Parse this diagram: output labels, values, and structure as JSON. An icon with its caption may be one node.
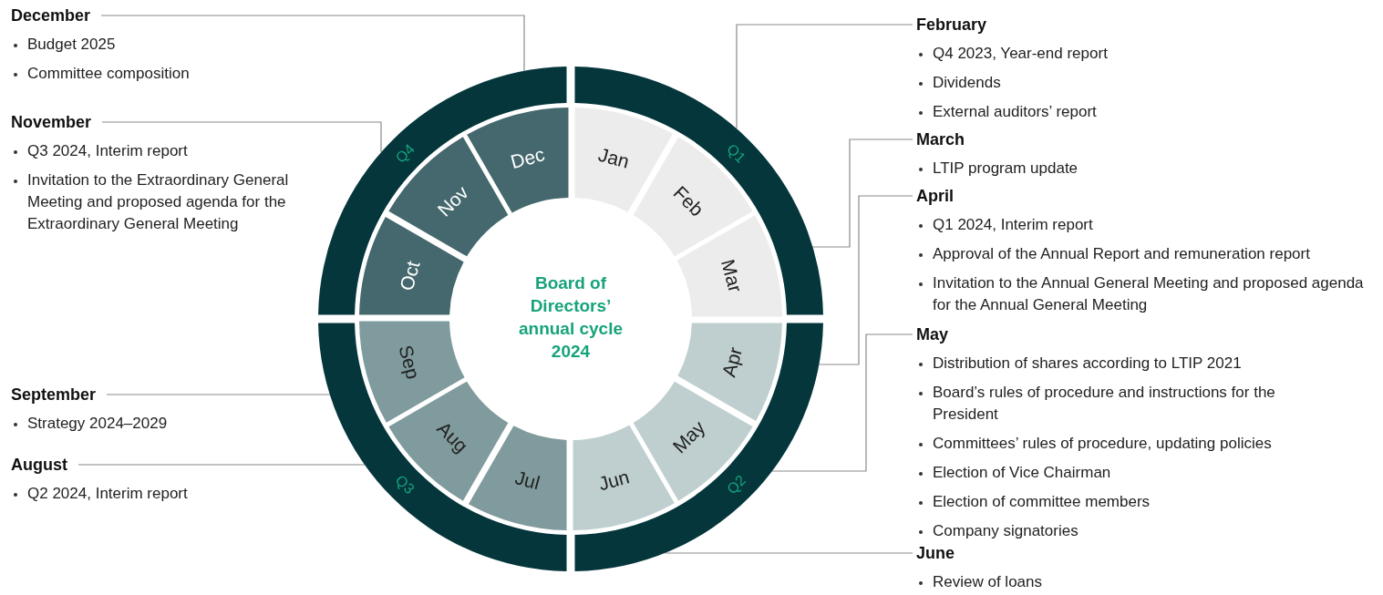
{
  "diagram": {
    "nodes": [
      {
        "text": [
          "Board of Directors’ annual cycle 2024"
        ]
      },
      {
        "text": [
          "Q1"
        ]
      },
      {
        "text": [
          "Q2"
        ]
      },
      {
        "text": [
          "Q3"
        ]
      },
      {
        "text": [
          "Q4"
        ]
      },
      {
        "text": [
          "Jan"
        ]
      },
      {
        "text": [
          "Feb"
        ]
      },
      {
        "text": [
          "Mar"
        ]
      },
      {
        "text": [
          "Apr"
        ]
      },
      {
        "text": [
          "May"
        ]
      },
      {
        "text": [
          "Jun"
        ]
      },
      {
        "text": [
          "Jul"
        ]
      },
      {
        "text": [
          "Aug"
        ]
      },
      {
        "text": [
          "Sep"
        ]
      },
      {
        "text": [
          "Oct"
        ]
      },
      {
        "text": [
          "Nov"
        ]
      },
      {
        "text": [
          "Dec"
        ]
      },
      {
        "text": [
          "December",
          "Budget 2025",
          "Committee composition"
        ]
      },
      {
        "text": [
          "November",
          "Q3 2024, Interim report",
          "Invitation to the Extraordinary General Meeting and proposed agenda for the Extraordinary General Meeting"
        ]
      },
      {
        "text": [
          "September",
          "Strategy 2024–2029"
        ]
      },
      {
        "text": [
          "August",
          "Q2 2024, Interim report"
        ]
      },
      {
        "text": [
          "February",
          "Q4 2023, Year-end report",
          "Dividends",
          "External auditors’ report"
        ]
      },
      {
        "text": [
          "March",
          "LTIP program update"
        ]
      },
      {
        "text": [
          "April",
          "Q1 2024, Interim report",
          "Approval of the Annual Report and remuneration report",
          "Invitation to the Annual General Meeting and proposed agenda for the Annual General Meeting"
        ]
      },
      {
        "text": [
          "May",
          "Distribution of shares according to LTIP 2021",
          "Board’s rules of procedure and instructions for the President",
          "Committees’ rules of procedure, updating policies",
          "Election of Vice Chairman",
          "Election of committee members",
          "Company signatories"
        ]
      },
      {
        "text": [
          "June",
          "Review of loans"
        ]
      }
    ],
    "edges": [
      {
        "from": 17,
        "to": 4,
        "arrow": "none"
      },
      {
        "from": 18,
        "to": 4,
        "arrow": "none"
      },
      {
        "from": 19,
        "to": 3,
        "arrow": "none"
      },
      {
        "from": 20,
        "to": 3,
        "arrow": "none"
      },
      {
        "from": 21,
        "to": 1,
        "arrow": "none"
      },
      {
        "from": 22,
        "to": 1,
        "arrow": "none"
      },
      {
        "from": 23,
        "to": 2,
        "arrow": "none"
      },
      {
        "from": 24,
        "to": 2,
        "arrow": "none"
      },
      {
        "from": 25,
        "to": 2,
        "arrow": "none"
      }
    ]
  }
}
